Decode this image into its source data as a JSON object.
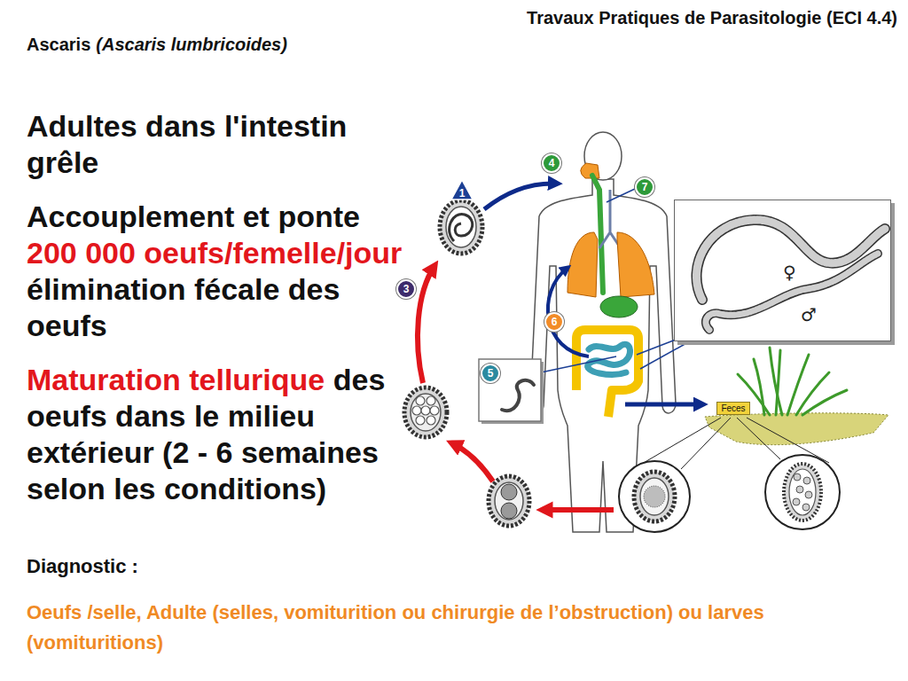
{
  "diagram": {
    "nodes": [
      {
        "text": [
          "4"
        ]
      },
      {
        "text": [
          "1"
        ]
      },
      {
        "text": [
          "7"
        ]
      },
      {
        "text": [
          "♀",
          "♂"
        ]
      },
      {
        "text": [
          "3"
        ]
      },
      {
        "text": [
          "6"
        ]
      },
      {
        "text": [
          "5"
        ]
      },
      {
        "text": [
          "Feces"
        ]
      }
    ],
    "labels": [
      "Travaux Pratiques de Parasitologie (ECI 4.4)",
      "Ascaris",
      "(Ascaris lumbricoides)",
      "Adultes dans l'intestin grêle",
      "Accouplement et ponte",
      "200 000 oeufs/femelle/jour",
      "élimination fécale des oeufs",
      "Maturation tellurique",
      "des oeufs dans le milieu extérieur (2 - 6 semaines selon les conditions)",
      "Diagnostic :",
      "Oeufs /selle, Adulte (selles, vomiturition ou chirurgie de l’obstruction) ou larves (vomituritions)"
    ]
  }
}
